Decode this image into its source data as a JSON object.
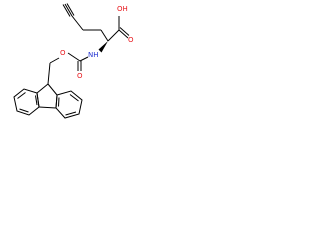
{
  "molecule": {
    "atom_labels": {
      "carboxyl_oh": "OH",
      "carbonyl_o": "O",
      "amine_nh": "NH",
      "carbamate_carbonyl_o": "O",
      "carbamate_ester_o": "O"
    },
    "colors": {
      "bond": "#000000",
      "oxygen": "#e8141a",
      "nitrogen": "#2030d0",
      "background": "#ffffff"
    }
  }
}
